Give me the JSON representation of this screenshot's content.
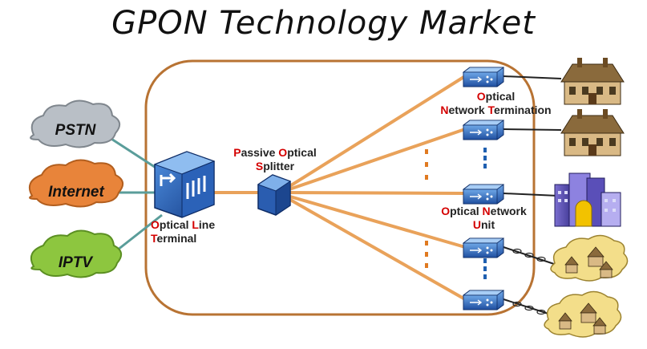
{
  "title": "GPON Technology Market",
  "clouds": [
    {
      "label": "PSTN",
      "color": "#b9bfc6"
    },
    {
      "label": "Internet",
      "color": "#e8843a"
    },
    {
      "label": "IPTV",
      "color": "#8dc63f"
    }
  ],
  "olt": {
    "w1": "O",
    "w1rest": "ptical ",
    "w2": "L",
    "w2rest": "ine",
    "w3": "T",
    "w3rest": "erminal"
  },
  "splitter": {
    "w1": "P",
    "w1rest": "assive ",
    "w2": "O",
    "w2rest": "ptical",
    "w3": "S",
    "w3rest": "plitter"
  },
  "ont": {
    "w1": "O",
    "w1rest": "ptical",
    "w2": "N",
    "w2rest": "etwork ",
    "w3": "T",
    "w3rest": "ermination"
  },
  "onu": {
    "w1": "O",
    "w1rest": "ptical ",
    "w2": "N",
    "w2rest": "etwork",
    "w3": "U",
    "w3rest": "nit"
  },
  "colors": {
    "fiber": "#e9a25a",
    "frame": "#b87333",
    "device": "#2a5db0",
    "accent_red": "#d40000"
  }
}
